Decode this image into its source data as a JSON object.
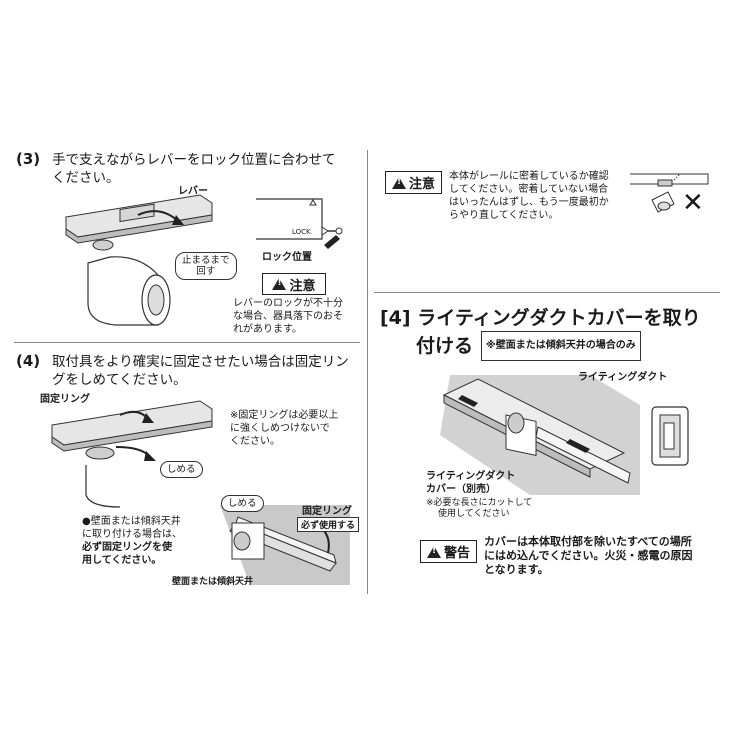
{
  "step3": {
    "number": "(3)",
    "text_line1": "手で支えながらレバーをロック位置に合わせて",
    "text_line2": "ください。",
    "lever_label": "レバー",
    "bubble_text_line1": "止まるまで",
    "bubble_text_line2": "回す",
    "lock_small": "LOCK",
    "lock_position": "ロック位置",
    "caution_label": "注意",
    "caution_line1": "レバーのロックが不十分",
    "caution_line2": "な場合、器具落下のおそ",
    "caution_line3": "れがあります。"
  },
  "step4": {
    "number": "(4)",
    "text_line1": "取付具をより確実に固定させたい場合は固定リン",
    "text_line2": "グをしめてください。",
    "ring_label": "固定リング",
    "note_line1": "※固定リングは必要以上",
    "note_line2": "に強くしめつけないで",
    "note_line3": "ください。",
    "tighten": "しめる",
    "wall_note_line1": "●壁面または傾斜天井",
    "wall_note_line2": "に取り付ける場合は、",
    "wall_note_line3": "必ず固定リングを使",
    "wall_note_line4": "用してください。",
    "tighten2": "しめる",
    "ring_label2": "固定リング",
    "must_use": "必ず使用する",
    "wall_label": "壁面または傾斜天井"
  },
  "right_caution": {
    "label": "注意",
    "line1": "本体がレールに密着しているか確認",
    "line2": "してください。密着していない場合",
    "line3": "はいったんはずし、もう一度最初か",
    "line4": "らやり直してください。",
    "x_mark": "✕"
  },
  "section4": {
    "title_line1": "[4] ライティングダクトカバーを取り",
    "title_line2": "付ける",
    "title_note": "※壁面または傾斜天井の場合のみ",
    "duct_label": "ライティングダクト",
    "cover_label_line1": "ライティングダクト",
    "cover_label_line2": "カバー（別売）",
    "cut_note_line1": "※必要な長さにカットして",
    "cut_note_line2": "使用してください",
    "warning_label": "警告",
    "warning_line1": "カバーは本体取付部を除いたすべての場所",
    "warning_line2": "にはめ込んでください。火災・感電の原因",
    "warning_line3": "となります。"
  }
}
